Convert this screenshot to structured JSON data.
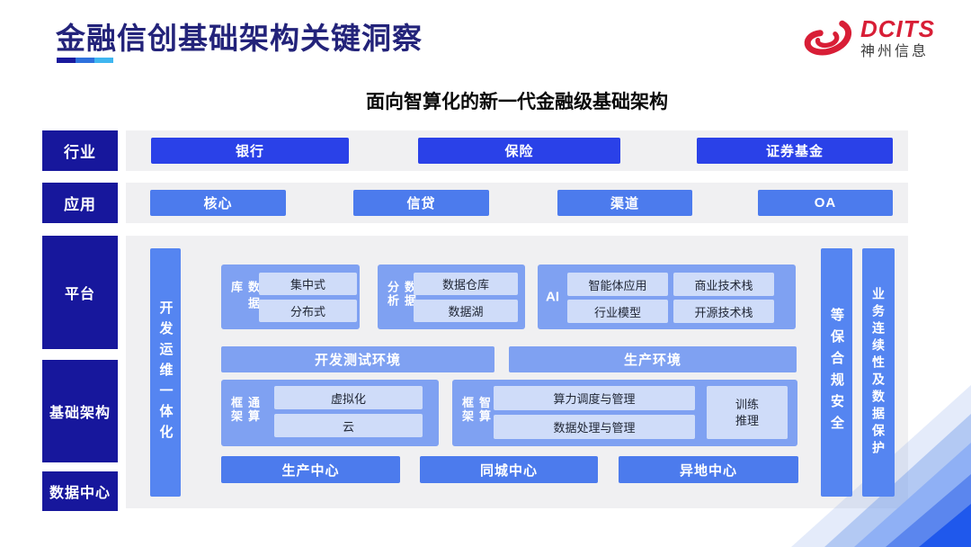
{
  "slide": {
    "title": "金融信创基础架构关键洞察",
    "subtitle": "面向智算化的新一代金融级基础架构",
    "logo": {
      "brand": "DCITS",
      "company": "神州信息"
    }
  },
  "layers": {
    "industry": {
      "label": "行业",
      "items": [
        "银行",
        "保险",
        "证券基金"
      ]
    },
    "application": {
      "label": "应用",
      "items": [
        "核心",
        "信贷",
        "渠道",
        "OA"
      ]
    },
    "platform_label": "平台",
    "infrastructure_label": "基础架构",
    "datacenter_label": "数据中心"
  },
  "diagram": {
    "devops_bar": "开发运维一体化",
    "database": {
      "label": "数据库",
      "items": [
        "集中式",
        "分布式"
      ]
    },
    "analytics": {
      "label": "数据分析",
      "items": [
        "数据仓库",
        "数据湖"
      ]
    },
    "ai": {
      "label": "AI",
      "items": [
        "智能体应用",
        "商业技术栈",
        "行业模型",
        "开源技术栈"
      ]
    },
    "environments": [
      "开发测试环境",
      "生产环境"
    ],
    "general_compute": {
      "label": "通算框架",
      "items": [
        "虚拟化",
        "云"
      ]
    },
    "intelligent_compute": {
      "label": "智算框架",
      "items": [
        "算力调度与管理",
        "数据处理与管理"
      ],
      "side": [
        "训练",
        "推理"
      ]
    },
    "centers": [
      "生产中心",
      "同城中心",
      "异地中心"
    ],
    "security_bar": "等保合规安全",
    "continuity_bar": "业务连续性及数据保护"
  },
  "colors": {
    "navy": "#17179c",
    "title_navy": "#23237a",
    "vivid_blue": "#2a41e8",
    "medium_blue": "#4c7bed",
    "bar_blue": "#5585f1",
    "group_blue": "#7fa1f2",
    "light_box": "#cfdcf9",
    "panel_gray": "#f0f0f2",
    "logo_red": "#d81e36",
    "accent_segments": [
      "#1a1a9c",
      "#2e71dd",
      "#3fb6f0"
    ]
  }
}
